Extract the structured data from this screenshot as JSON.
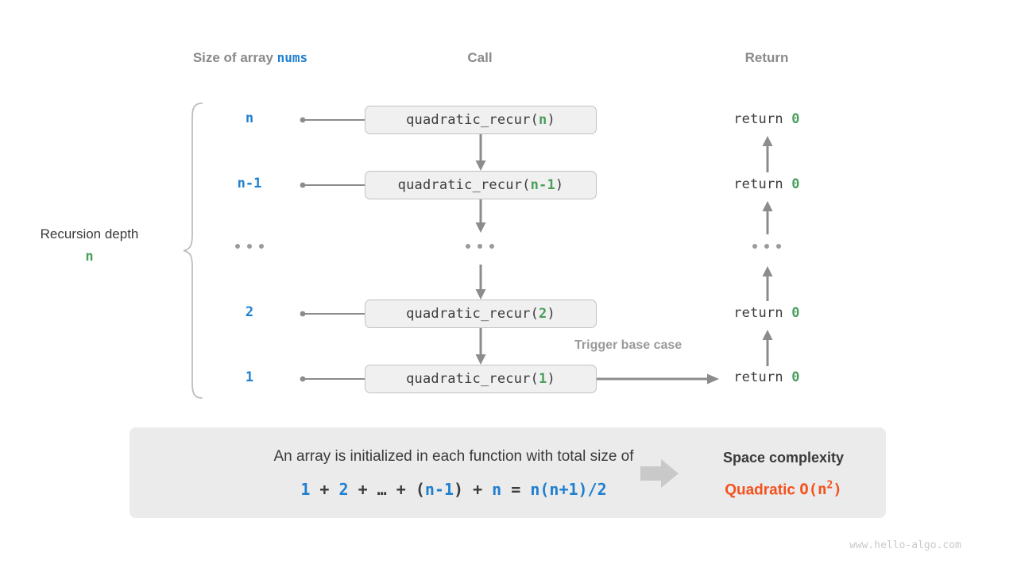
{
  "headers": {
    "size": "Size of array ",
    "size_code": "nums",
    "call": "Call",
    "return": "Return"
  },
  "depth": {
    "label": "Recursion depth",
    "value": "n"
  },
  "rows": [
    {
      "size": "n",
      "call_name": "quadratic_recur",
      "call_arg": "n",
      "ret_kw": "return",
      "ret_val": "0"
    },
    {
      "size": "n-1",
      "call_name": "quadratic_recur",
      "call_arg": "n-1",
      "ret_kw": "return",
      "ret_val": "0"
    },
    {
      "size": "…",
      "call_name": "…",
      "call_arg": "",
      "ret_kw": "…",
      "ret_val": ""
    },
    {
      "size": "2",
      "call_name": "quadratic_recur",
      "call_arg": "2",
      "ret_kw": "return",
      "ret_val": "0"
    },
    {
      "size": "1",
      "call_name": "quadratic_recur",
      "call_arg": "1",
      "ret_kw": "return",
      "ret_val": "0"
    }
  ],
  "trigger_label": "Trigger base case",
  "summary": {
    "line1": "An array is initialized in each function with total size of",
    "formula_parts": [
      {
        "t": "1",
        "c": "blue"
      },
      {
        "t": " + ",
        "c": "gray"
      },
      {
        "t": "2",
        "c": "blue"
      },
      {
        "t": " + ",
        "c": "gray"
      },
      {
        "t": "…",
        "c": "gray"
      },
      {
        "t": " + ",
        "c": "gray"
      },
      {
        "t": "(",
        "c": "gray"
      },
      {
        "t": "n-1",
        "c": "blue"
      },
      {
        "t": ")",
        "c": "gray"
      },
      {
        "t": " + ",
        "c": "gray"
      },
      {
        "t": "n",
        "c": "blue"
      },
      {
        "t": " = ",
        "c": "gray"
      },
      {
        "t": "n(n+1)/2",
        "c": "blue"
      }
    ],
    "formula_plain": "1 + 2 + … + (n-1) + n = n(n+1)/2",
    "complexity_title": "Space complexity",
    "complexity_name": "Quadratic",
    "complexity_bigo": "O(n",
    "complexity_exp": "2",
    "complexity_bigo_close": ")"
  },
  "watermark": "www.hello-algo.com",
  "colors": {
    "blue": "#1f7fd0",
    "green": "#4a9e5c",
    "orange": "#f4511e",
    "gray_text": "#3a3a3a",
    "header_gray": "#8a8a8a",
    "line_gray": "#8c8c8c",
    "box_fill": "#f0f0f0",
    "box_border": "#c2c2c2",
    "panel_fill": "#ebebeb",
    "watermark_gray": "#c9c9c9"
  }
}
